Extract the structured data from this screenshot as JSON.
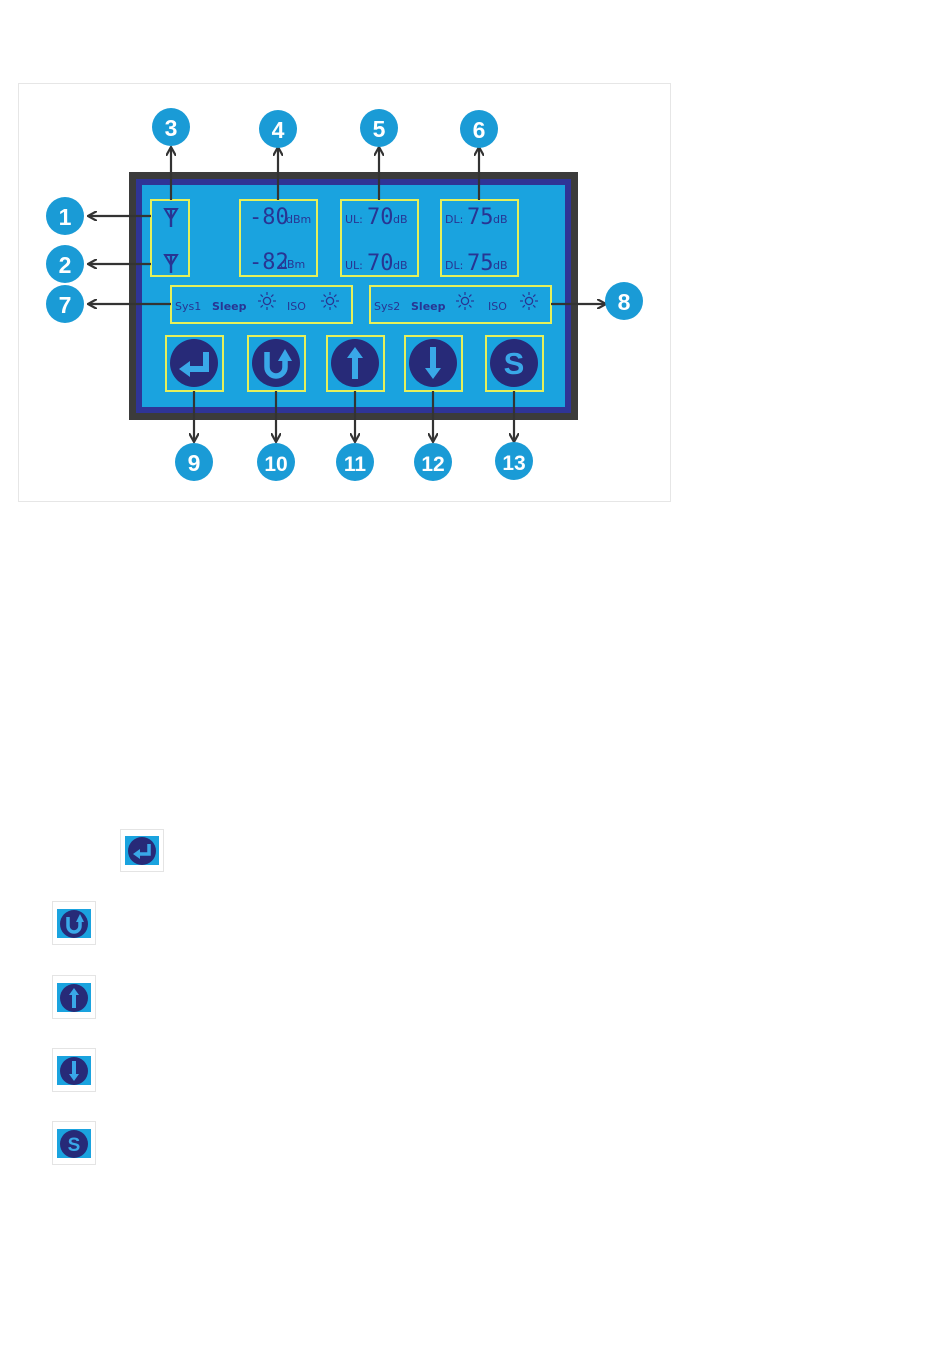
{
  "colors": {
    "bezel": "#3b3b3b",
    "lcd_outer": "#2f3496",
    "lcd": "#1aa3df",
    "highlight_box": "#e6f05a",
    "lcd_text": "#283593",
    "button_fill": "#272a78",
    "button_glyph": "#39a8e8",
    "callout": "#1a9bd6",
    "arrow": "#333333"
  },
  "callouts": [
    "1",
    "2",
    "3",
    "4",
    "5",
    "6",
    "7",
    "8",
    "9",
    "10",
    "11",
    "12",
    "13"
  ],
  "signal_readings": [
    {
      "value": "-80",
      "unit": "dBm"
    },
    {
      "value": "-82",
      "unit": "dBm"
    }
  ],
  "uplink_gain": [
    {
      "label": "UL:",
      "value": "70",
      "unit": "dB"
    },
    {
      "label": "UL:",
      "value": "70",
      "unit": "dB"
    }
  ],
  "downlink_gain": [
    {
      "label": "DL:",
      "value": "75",
      "unit": "dB"
    },
    {
      "label": "DL:",
      "value": "75",
      "unit": "dB"
    }
  ],
  "system_status": [
    {
      "system": "Sys1",
      "sleep": "Sleep",
      "iso": "ISO"
    },
    {
      "system": "Sys2",
      "sleep": "Sleep",
      "iso": "ISO"
    }
  ],
  "buttons": [
    {
      "icon": "enter-icon"
    },
    {
      "icon": "return-icon"
    },
    {
      "icon": "up-arrow-icon"
    },
    {
      "icon": "down-arrow-icon"
    },
    {
      "icon": "save-icon"
    }
  ],
  "s_glyph": "S"
}
